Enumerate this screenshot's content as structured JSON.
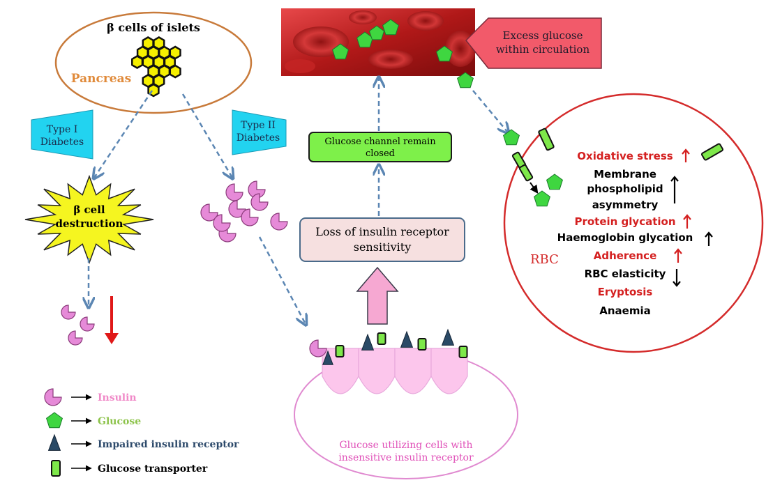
{
  "pancreas": {
    "title": "β cells of islets",
    "label": "Pancreas"
  },
  "diabetes": {
    "type1": [
      "Type I",
      "Diabetes"
    ],
    "type2": [
      "Type II",
      "Diabetes"
    ]
  },
  "destruction": [
    "β cell",
    "destruction"
  ],
  "blood_vessel": {
    "callout": [
      "Excess glucose",
      "within circulation"
    ]
  },
  "channel_box": [
    "Glucose channel remain",
    "closed"
  ],
  "receptor_box": [
    "Loss of insulin receptor",
    "sensitivity"
  ],
  "cells_label": [
    "Glucose utilizing cells with",
    "insensitive insulin receptor"
  ],
  "rbc": {
    "label": "RBC",
    "effects": [
      {
        "text": "Oxidative stress",
        "color": "#d42020",
        "arrow": "up",
        "arrow_color": "#d42020"
      },
      {
        "text": "Membrane",
        "color": "#000000",
        "arrow": "",
        "arrow_color": "#000000"
      },
      {
        "text": "phospholipid",
        "color": "#000000",
        "arrow": "up",
        "arrow_color": "#000000"
      },
      {
        "text": "asymmetry",
        "color": "#000000",
        "arrow": "",
        "arrow_color": "#000000"
      },
      {
        "text": "Protein glycation",
        "color": "#d42020",
        "arrow": "up",
        "arrow_color": "#d42020"
      },
      {
        "text": "Haemoglobin glycation",
        "color": "#000000",
        "arrow": "up",
        "arrow_color": "#000000"
      },
      {
        "text": "Adherence",
        "color": "#d42020",
        "arrow": "up",
        "arrow_color": "#d42020"
      },
      {
        "text": "RBC elasticity",
        "color": "#000000",
        "arrow": "down",
        "arrow_color": "#000000"
      },
      {
        "text": "Eryptosis",
        "color": "#d42020",
        "arrow": "",
        "arrow_color": "#d42020"
      },
      {
        "text": "Anaemia",
        "color": "#000000",
        "arrow": "",
        "arrow_color": "#000000"
      }
    ]
  },
  "legend": [
    {
      "icon": "insulin-icon",
      "text": "Insulin",
      "color": "#f08ac8"
    },
    {
      "icon": "glucose-icon",
      "text": "Glucose",
      "color": "#8cc34a"
    },
    {
      "icon": "impaired-receptor-icon",
      "text": "Impaired insulin receptor",
      "color": "#2d4a6b"
    },
    {
      "icon": "glucose-transporter-icon",
      "text": "Glucose transporter",
      "color": "#000000"
    }
  ],
  "colors": {
    "pancreas_outline": "#c87a3a",
    "pancreas_text": "#e08a3a",
    "dashed_arrow": "#5b86b3",
    "trapezoid_fill": "#22d3f0",
    "burst_fill": "#f5f520",
    "channel_fill": "#7ef04a",
    "receptor_fill": "#f6e0e0",
    "receptor_border": "#4a6a8a",
    "pink_arrow": "#f6a8d2",
    "rbc_border": "#d42b2b",
    "cell_fill": "#fcc6ec",
    "cell_outline": "#e08ad0",
    "callout_fill": "#f25a6a",
    "glucose_green": "#3fd640",
    "insulin_pink": "#e68ad8",
    "receptor_navy": "#2a4a66"
  }
}
